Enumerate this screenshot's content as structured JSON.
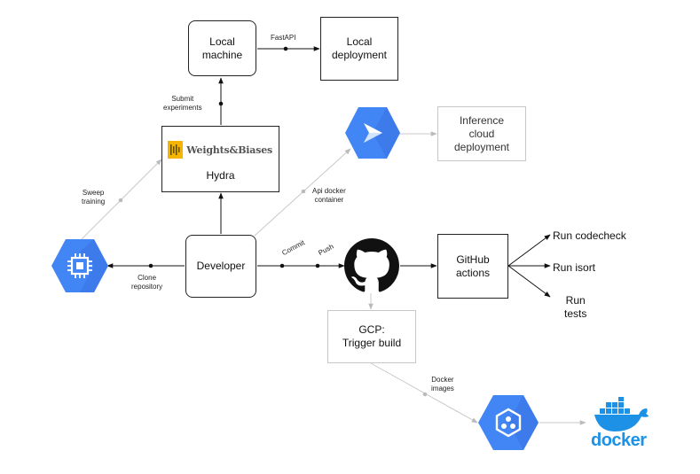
{
  "nodes": {
    "local_machine": "Local\nmachine",
    "local_deployment": "Local\ndeployment",
    "hydra": "Hydra",
    "wandb_logo": "Weights&Biases",
    "inference": "Inference\ncloud\ndeployment",
    "developer": "Developer",
    "github_actions": "GitHub\nactions",
    "gcp_trigger": "GCP:\nTrigger build",
    "docker_logo": "docker"
  },
  "edges": {
    "fastapi": "FastAPI",
    "submit": "Submit\nexperiments",
    "sweep": "Sweep\ntraining",
    "api_docker": "Api docker\ncontainer",
    "commit": "Commit",
    "push": "Push",
    "clone": "Clone\nrepository",
    "docker_images": "Docker\nimages"
  },
  "outputs": {
    "codecheck": "Run codecheck",
    "isort": "Run isort",
    "tests": "Run\ntests"
  },
  "icons": {
    "compute": "compute-engine-icon",
    "cloud_run": "cloud-run-icon",
    "registry": "container-registry-icon",
    "github": "github-icon",
    "docker": "docker-icon",
    "wandb": "wandb-icon"
  },
  "colors": {
    "gcp_blue": "#4285f4",
    "gcp_blue_dark": "#3367d6",
    "wandb_yellow": "#f4b400",
    "docker_blue": "#1d91e6",
    "faint_line": "#c8c8c8"
  }
}
